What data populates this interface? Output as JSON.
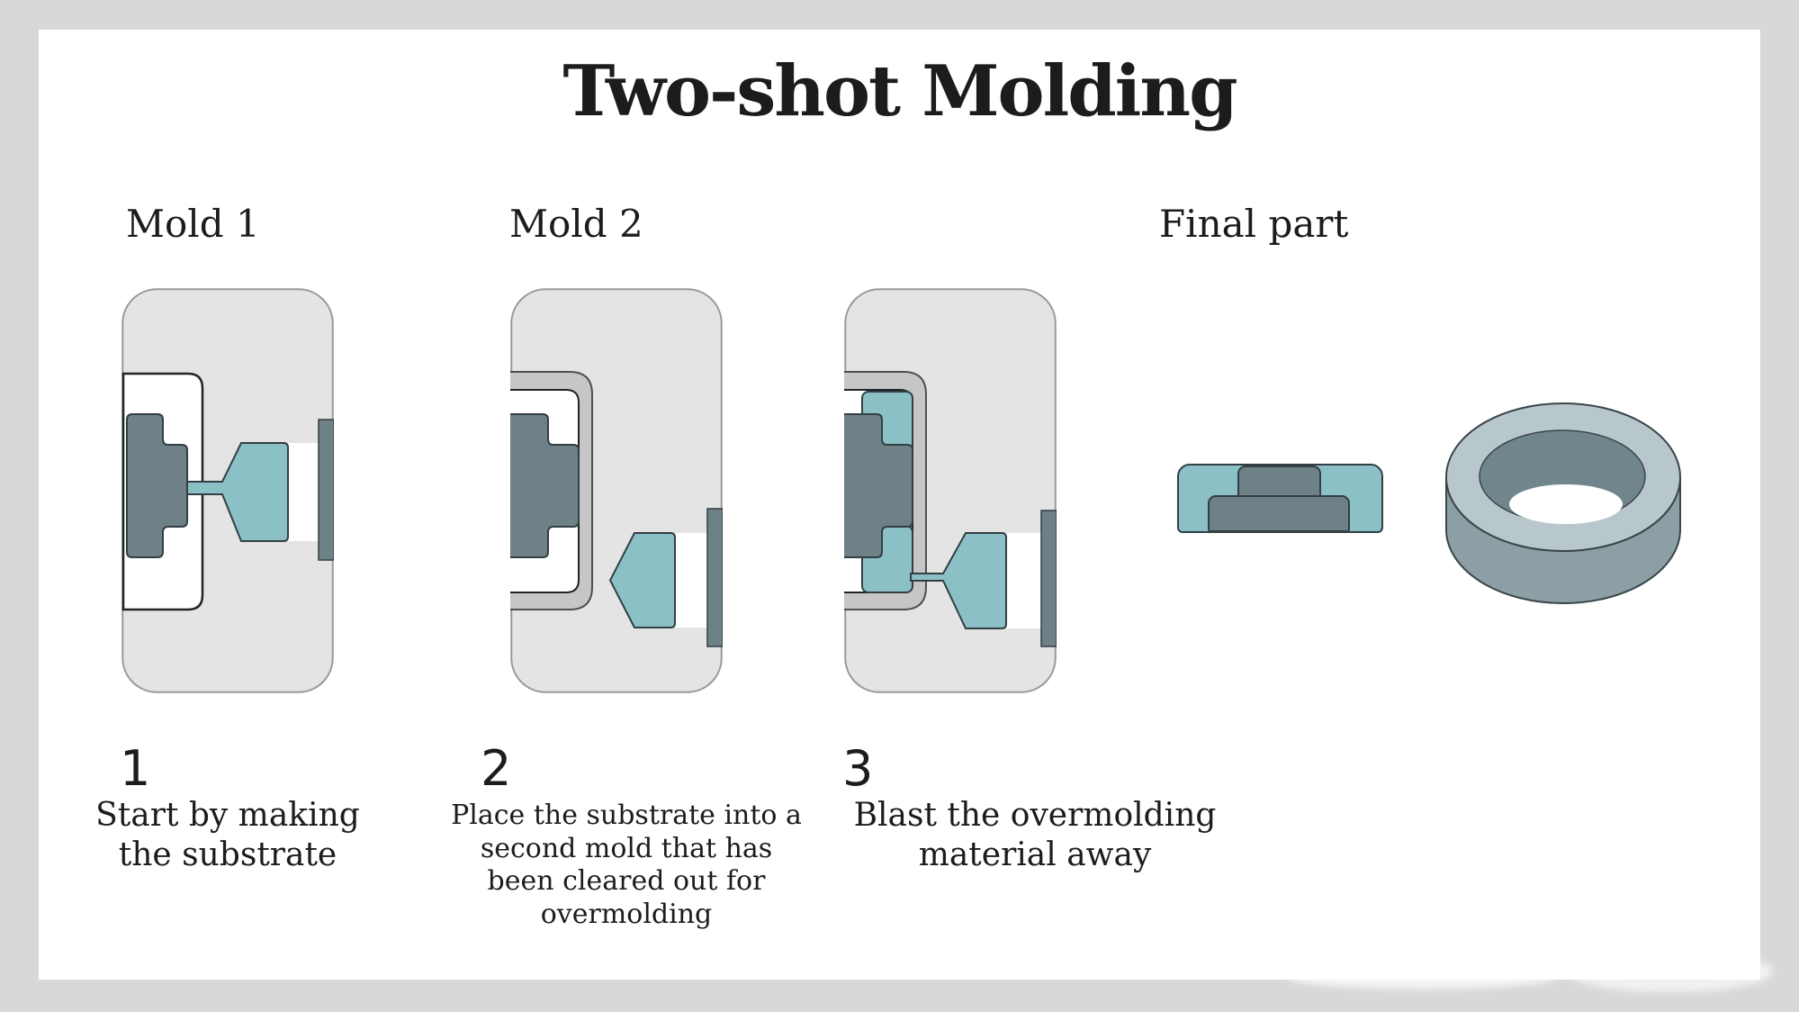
{
  "title": "Two-shot Molding",
  "labels": {
    "mold1": "Mold 1",
    "mold2": "Mold 2",
    "final_part": "Final part"
  },
  "steps": [
    {
      "number": "1",
      "text": "Start by making the substrate"
    },
    {
      "number": "2",
      "text": "Place the substrate into a second mold that has been cleared out for overmolding"
    },
    {
      "number": "3",
      "text": "Blast the overmolding material away"
    }
  ],
  "colors": {
    "background_border": "#d8d8d8",
    "card": "#ffffff",
    "text": "#1c1c1c",
    "mold_block_gray": "#e4e4e4",
    "mold_block_edge": "#97999a",
    "frame_gray": "#c6c6c6",
    "overmold_teal": "#8bc0c6",
    "substrate_slate": "#6d8186",
    "outline_dark": "#333f43",
    "cavity_outline": "#1e2427",
    "ring_top": "#b8c7cb",
    "ring_side": "#8c9fa4",
    "ring_inner": "#70868c"
  }
}
